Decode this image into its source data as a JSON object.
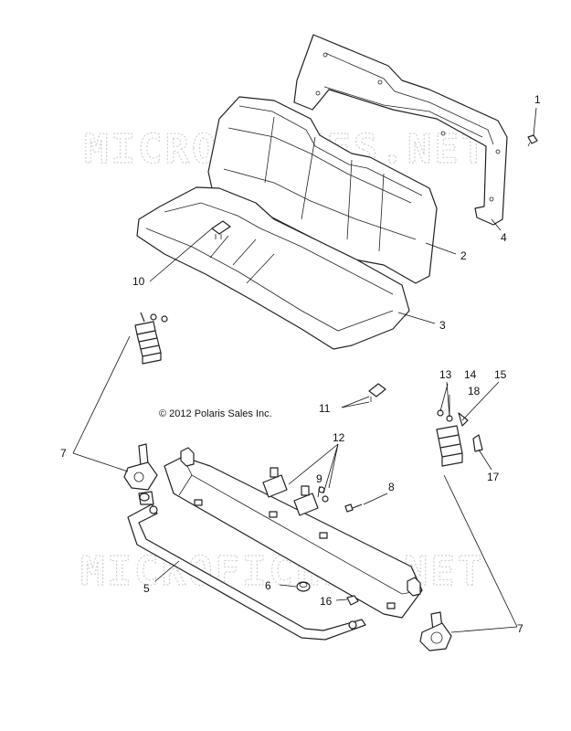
{
  "copyright": "© 2012 Polaris Sales Inc.",
  "watermark": "MICROFICHES.NET",
  "callouts": [
    "1",
    "2",
    "3",
    "4",
    "5",
    "6",
    "7",
    "7",
    "8",
    "9",
    "10",
    "11",
    "12",
    "13",
    "14",
    "15",
    "16",
    "17",
    "18"
  ]
}
